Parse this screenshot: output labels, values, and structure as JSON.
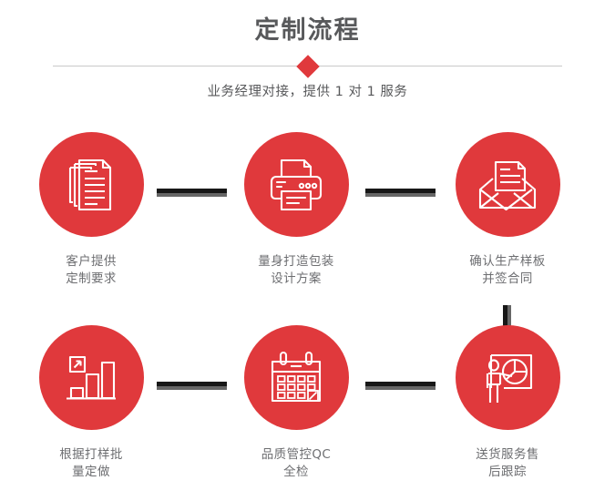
{
  "header": {
    "title": "定制流程",
    "subtitle": "业务经理对接，提供 1 对 1 服务",
    "divider_icon": "diamond",
    "accent_color": "#e0393c",
    "title_color": "#58595b",
    "divider_color": "#c9c9c9"
  },
  "flow": {
    "connector_colors": {
      "dark": "#171717",
      "grey": "#666666"
    },
    "steps": [
      {
        "index": 1,
        "icon": "documents-stack-icon",
        "label": "客户提供\n定制要求",
        "circle_color": "#e0393c"
      },
      {
        "index": 2,
        "icon": "printer-icon",
        "label": "量身打造包装\n设计方案",
        "circle_color": "#e0393c"
      },
      {
        "index": 3,
        "icon": "envelope-document-icon",
        "label": "确认生产样板\n并签合同",
        "circle_color": "#e0393c"
      },
      {
        "index": 4,
        "icon": "bar-chart-growth-icon",
        "label": "根据打样批\n量定做",
        "circle_color": "#e0393c"
      },
      {
        "index": 5,
        "icon": "calendar-check-icon",
        "label": "品质管控QC\n全检",
        "circle_color": "#e0393c"
      },
      {
        "index": 6,
        "icon": "presenter-piechart-icon",
        "label": "送货服务售\n后跟踪",
        "circle_color": "#e0393c"
      }
    ]
  }
}
